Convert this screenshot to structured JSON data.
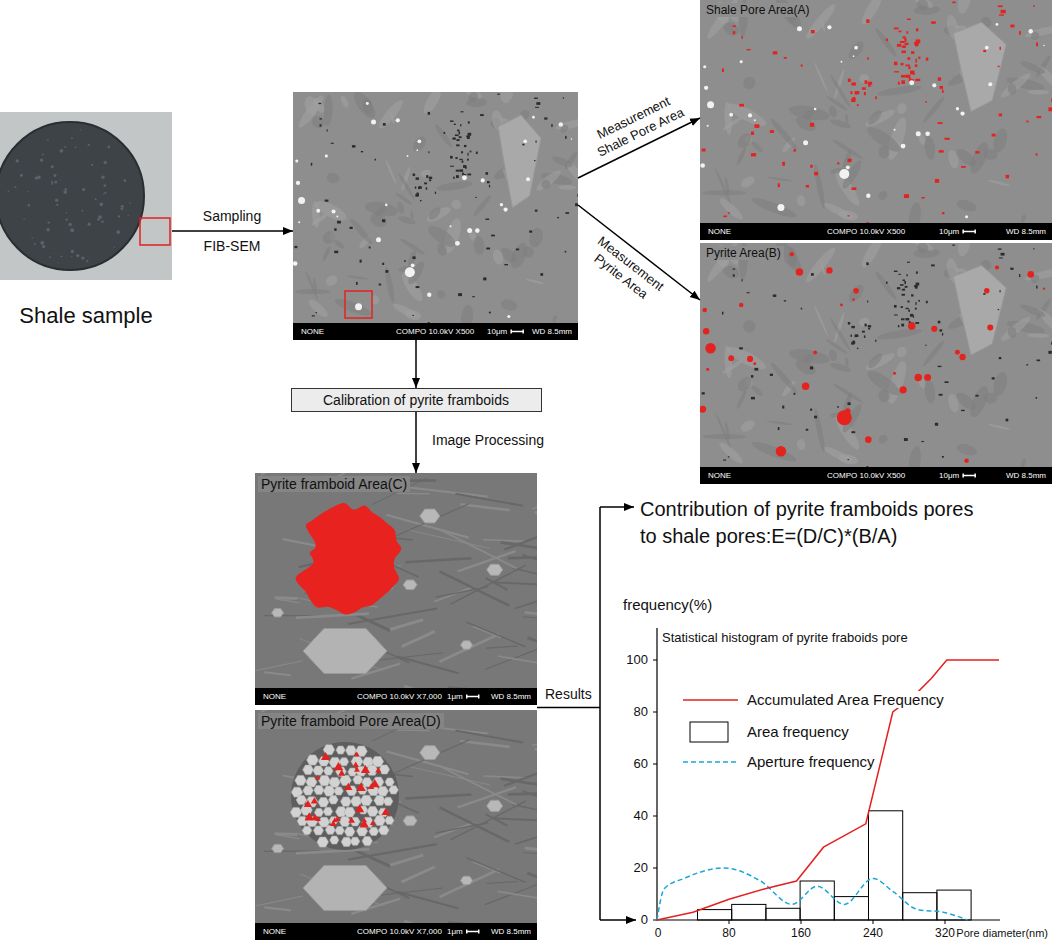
{
  "diagram": {
    "nodes": [
      {
        "text": [
          "Shale sample"
        ]
      },
      {
        "text": [
          "NONE",
          "COMPO 10.0kV X500",
          "10μm",
          "WD 8.5mm"
        ]
      },
      {
        "text": [
          "Shale Pore Area(A)",
          "NONE",
          "COMPO 10.0kV X500",
          "10μm",
          "WD 8.5mm"
        ]
      },
      {
        "text": [
          "Pyrite Area(B)",
          "NONE",
          "COMPO 10.0kV X500",
          "10μm",
          "WD 8.5mm"
        ]
      },
      {
        "text": [
          "Calibration of pyrite framboids"
        ]
      },
      {
        "text": [
          "Pyrite framboid Area(C)",
          "NONE",
          "COMPO 10.0kV X7,000",
          "1μm",
          "WD 8.5mm"
        ]
      },
      {
        "text": [
          "Pyrite framboid Pore Area(D)",
          "NONE",
          "COMPO 10.0kV X7,000",
          "1μm",
          "WD 8.5mm"
        ]
      }
    ],
    "edges": [
      {
        "from": 0,
        "to": 1,
        "arrow": "to",
        "label": "Sampling"
      },
      {
        "from": 1,
        "to": 2,
        "arrow": "to",
        "label": "Measurement Shale Pore Area"
      },
      {
        "from": 1,
        "to": 3,
        "arrow": "to",
        "label": "Measurement Pyrite Area"
      },
      {
        "from": 1,
        "to": 4,
        "arrow": "to"
      },
      {
        "from": 4,
        "to": 5,
        "arrow": "to",
        "label": "Image Processing"
      }
    ],
    "labels": [
      "FIB-SEM",
      "Results",
      "Contribution of pyrite framboids pores to shale pores:E=(D/C)*(B/A)",
      "frequency(%)",
      "Statistical histogram of pyrite fraboids pore",
      "100",
      "80",
      "60",
      "40",
      "20",
      "0",
      "0",
      "80",
      "160",
      "240",
      "320",
      "Pore diameter(nm)"
    ],
    "legend": [
      {
        "text": "Accumulated Area Frequency"
      },
      {
        "text": "Area frequency"
      },
      {
        "text": "Aperture frequency"
      }
    ]
  }
}
